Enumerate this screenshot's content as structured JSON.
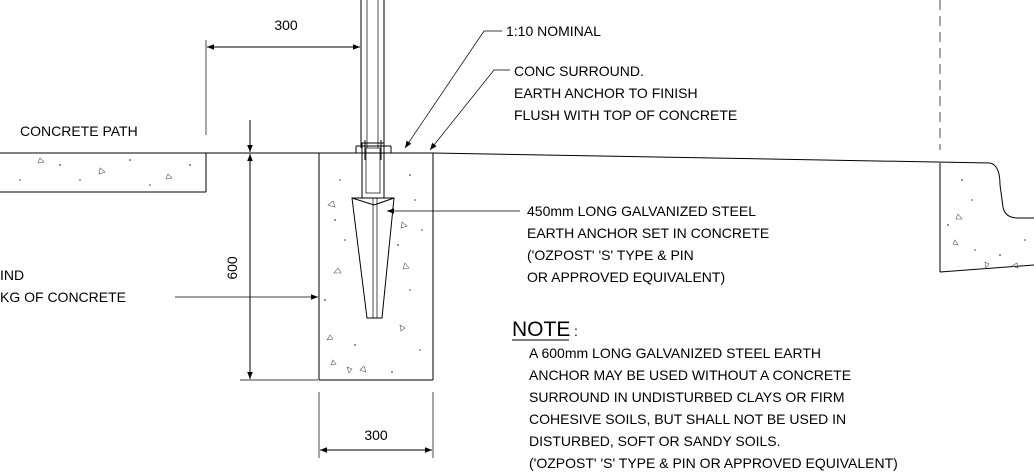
{
  "dimensions": {
    "top_width": "300",
    "depth": "600",
    "bottom_width": "300"
  },
  "labels": {
    "slope": "1:10 NOMINAL",
    "conc_surround": [
      "CONC SURROUND.",
      "EARTH ANCHOR TO FINISH",
      "FLUSH WITH TOP OF CONCRETE"
    ],
    "concrete_path": "CONCRETE PATH",
    "anchor": [
      "450mm LONG GALVANIZED STEEL",
      "EARTH ANCHOR SET IN CONCRETE",
      "('OZPOST' 'S' TYPE & PIN",
      "OR APPROVED EQUIVALENT)"
    ],
    "left_partial": [
      "IND",
      "KG OF CONCRETE"
    ]
  },
  "note": {
    "heading": "NOTE",
    "colon": ":",
    "lines": [
      "A 600mm LONG GALVANIZED STEEL EARTH",
      "ANCHOR MAY BE USED WITHOUT A CONCRETE",
      "SURROUND IN UNDISTURBED CLAYS OR FIRM",
      "COHESIVE SOILS, BUT SHALL NOT BE USED IN",
      "DISTURBED, SOFT OR SANDY SOILS.",
      "('OZPOST'  'S' TYPE & PIN OR APPROVED EQUIVALENT)"
    ]
  }
}
